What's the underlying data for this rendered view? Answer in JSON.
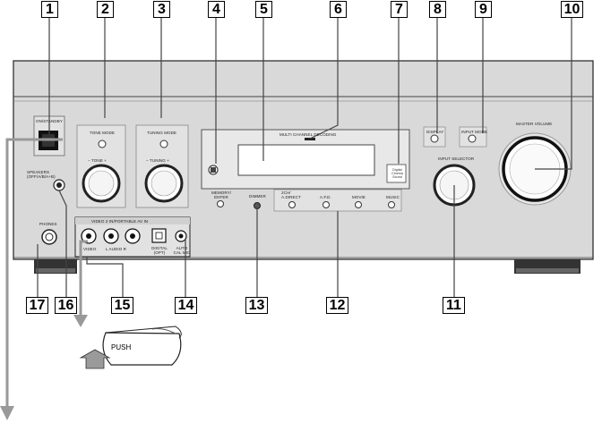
{
  "callouts": [
    "1",
    "2",
    "3",
    "4",
    "5",
    "6",
    "7",
    "8",
    "9",
    "10",
    "11",
    "12",
    "13",
    "14",
    "15",
    "16",
    "17"
  ],
  "labels": {
    "on_standby": "ON/STANDBY",
    "tone_mode": "TONE MODE",
    "tone": "−  TONE  +",
    "tuning_mode": "TUNING MODE",
    "tuning": "−  TUNING  +",
    "memory_enter": "MEMORY/ ENTER",
    "multi_channel_decoding": "MULTI CHANNEL  DECODING",
    "display": "DISPLAY",
    "input_mode": "INPUT MODE",
    "master_volume": "MASTER VOLUME",
    "input_selector": "INPUT SELECTOR",
    "speakers": "SPEAKERS (OFF/A/B/A+B)",
    "phones": "PHONES",
    "dimmer": "DIMMER",
    "direct": "2CH/ A.DIRECT",
    "afd": "A.F.D.",
    "movie": "MOVIE",
    "music": "MUSIC",
    "video2_in": "VIDEO 2 IN/PORTABLE AV IN",
    "video": "VIDEO",
    "audio": "L  AUDIO  R",
    "digital_opt": "DIGITAL (OPT)",
    "auto_cal_mic": "AUTO CAL MIC",
    "digital_cinema_sound": "Digital Cinema Sound",
    "push": "PUSH"
  }
}
